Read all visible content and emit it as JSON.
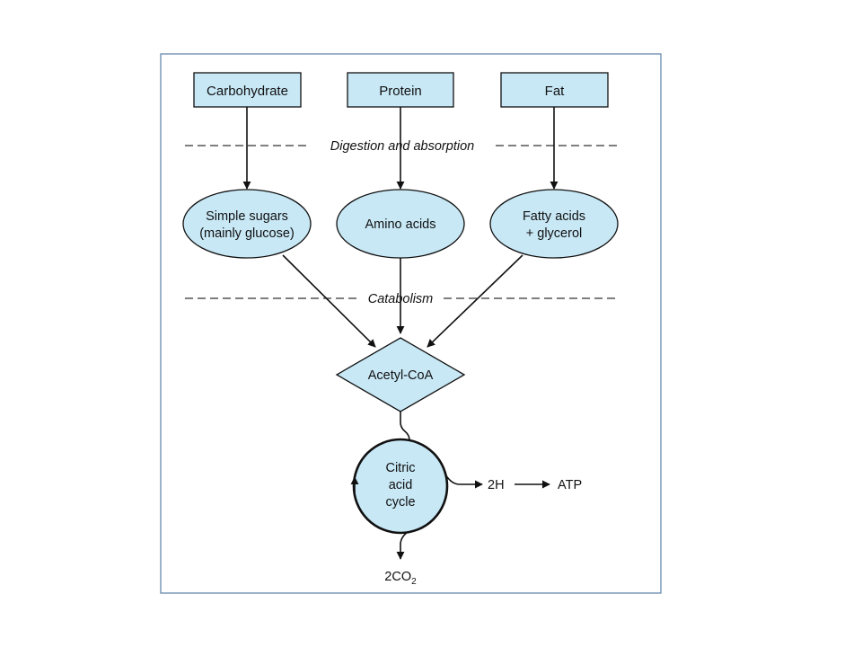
{
  "colors": {
    "frame": "#5b7fa6",
    "fill": "#c8e8f6",
    "stroke": "#111111",
    "dash": "#333333"
  },
  "sources": {
    "carbohydrate": "Carbohydrate",
    "protein": "Protein",
    "fat": "Fat"
  },
  "stages": {
    "digestion": "Digestion and absorption",
    "catabolism": "Catabolism"
  },
  "products": {
    "simple_sugars_line1": "Simple sugars",
    "simple_sugars_line2": "(mainly glucose)",
    "amino_acids": "Amino acids",
    "fatty_acids_line1": "Fatty acids",
    "fatty_acids_line2": "+ glycerol"
  },
  "acetyl_coa": "Acetyl-CoA",
  "cycle": {
    "line1": "Citric",
    "line2": "acid",
    "line3": "cycle"
  },
  "outputs": {
    "hydrogen": "2H",
    "atp": "ATP",
    "co2_base": "2CO",
    "co2_subscript": "2"
  }
}
